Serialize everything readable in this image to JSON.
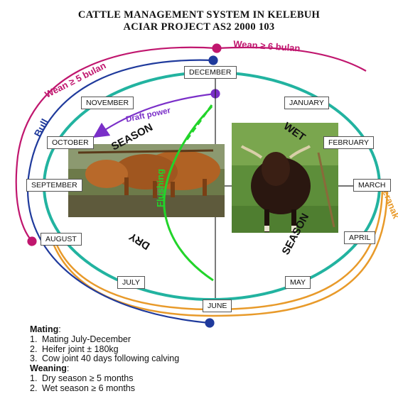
{
  "header": {
    "line1": "CATTLE MANAGEMENT SYSTEM IN KELEBUH",
    "line2": "ACIAR PROJECT AS2 2000 103"
  },
  "months": {
    "december": "DECEMBER",
    "january": "JANUARY",
    "february": "FEBRUARY",
    "march": "MARCH",
    "april": "APRIL",
    "may": "MAY",
    "june": "JUNE",
    "july": "JULY",
    "august": "AUGUST",
    "september": "SEPTEMBER",
    "october": "OCTOBER",
    "november": "NOVEMBER"
  },
  "arcs": {
    "wean5": "Wean ≥ 5 bulan",
    "wean6": "Wean ≥ 6 bulan",
    "bull": "Bull",
    "draft": "Draft power",
    "flushing": "Flushing",
    "peranak": "Peranak"
  },
  "seasons": {
    "wet": "WET",
    "wet_season": "SEASON",
    "dry": "DRY",
    "dry_season": "SEASON"
  },
  "notes": {
    "mating_heading": "Mating",
    "mating_colon": ":",
    "mating_items": [
      "Mating July-December",
      "Heifer joint ± 180kg",
      "Cow joint 40 days following calving"
    ],
    "weaning_heading": "Weaning",
    "weaning_colon": ":",
    "weaning_items": [
      "Dry season  ≥ 5 months",
      "Wet season ≥ 6 months"
    ]
  },
  "colors": {
    "wean5": "#c0166e",
    "bull": "#1f3a9c",
    "wean6": "#c0166e",
    "draft": "#7a2fc8",
    "teal_ring": "#22b3a0",
    "orange": "#e89a2a",
    "flushing": "#22d42a",
    "axis": "#222222"
  }
}
